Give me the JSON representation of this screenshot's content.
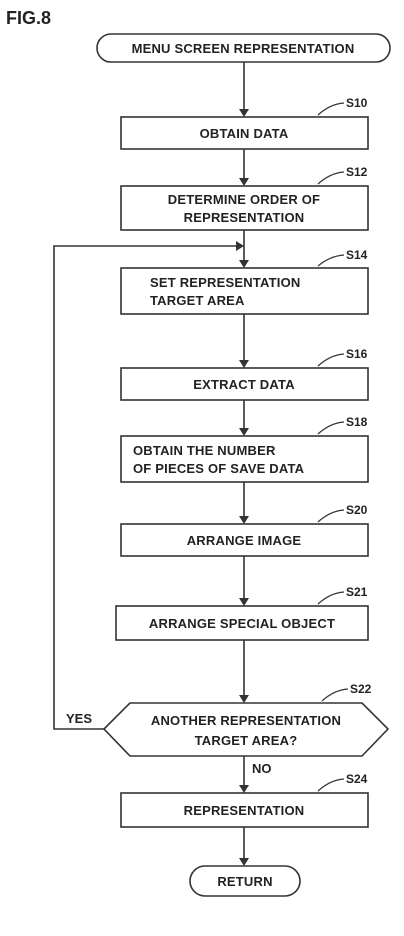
{
  "figure": {
    "label": "FIG.8"
  },
  "start": {
    "label": "MENU SCREEN REPRESENTATION"
  },
  "steps": {
    "s10": {
      "step": "S10",
      "lines": [
        "OBTAIN DATA"
      ]
    },
    "s12": {
      "step": "S12",
      "lines": [
        "DETERMINE ORDER OF",
        "REPRESENTATION"
      ]
    },
    "s14": {
      "step": "S14",
      "lines": [
        "SET REPRESENTATION",
        "TARGET AREA"
      ]
    },
    "s16": {
      "step": "S16",
      "lines": [
        "EXTRACT DATA"
      ]
    },
    "s18": {
      "step": "S18",
      "lines": [
        "OBTAIN THE NUMBER",
        "OF PIECES OF SAVE DATA"
      ]
    },
    "s20": {
      "step": "S20",
      "lines": [
        "ARRANGE IMAGE"
      ]
    },
    "s21": {
      "step": "S21",
      "lines": [
        "ARRANGE SPECIAL OBJECT"
      ]
    },
    "s22": {
      "step": "S22",
      "lines": [
        "ANOTHER REPRESENTATION",
        "TARGET AREA?"
      ]
    },
    "s24": {
      "step": "S24",
      "lines": [
        "REPRESENTATION"
      ]
    }
  },
  "branches": {
    "yes": "YES",
    "no": "NO"
  },
  "end": {
    "label": "RETURN"
  }
}
